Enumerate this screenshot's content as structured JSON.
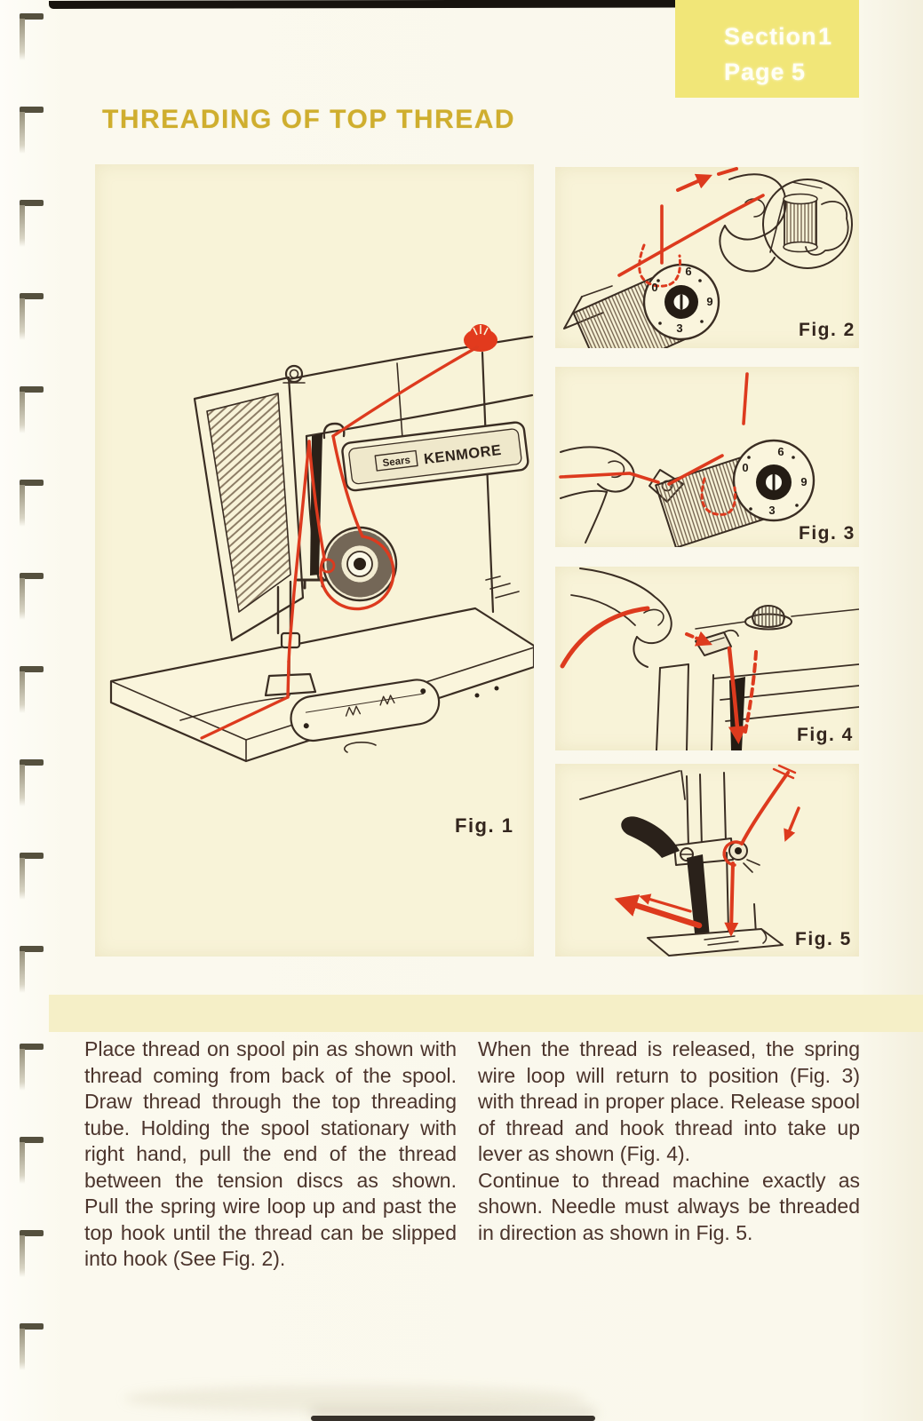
{
  "page": {
    "title": "THREADING OF TOP THREAD",
    "section_tab": {
      "section_label": "Section",
      "section_number": "1",
      "page_label": "Page",
      "page_number": "5"
    }
  },
  "figures": {
    "fig1": {
      "label": "Fig. 1",
      "brand_prefix": "Sears",
      "brand": "KENMORE"
    },
    "fig2": {
      "label": "Fig. 2",
      "dial_numbers": [
        "0",
        "3",
        "6",
        "9"
      ]
    },
    "fig3": {
      "label": "Fig. 3",
      "dial_numbers": [
        "0",
        "3",
        "6",
        "9"
      ]
    },
    "fig4": {
      "label": "Fig. 4"
    },
    "fig5": {
      "label": "Fig. 5"
    }
  },
  "body_text": {
    "left_paragraph": "Place thread on spool pin as shown with thread coming from back of the spool. Draw thread through the top threading tube.  Holding the spool stationary with right hand, pull the end of the thread between the tension discs as shown. Pull the spring wire loop up and past the top hook until the thread can be slipped into hook (See Fig. 2).",
    "right_paragraph_1": "When the thread is released, the spring wire loop will return to position (Fig. 3) with thread in proper place.  Release spool of thread and hook thread into take up lever as shown (Fig. 4).",
    "right_paragraph_2": "Continue to thread machine exactly as shown.  Needle must always be threaded in direction as shown in Fig. 5."
  },
  "colors": {
    "thread_red": "#dd3a1e",
    "title_gold": "#cfae2e",
    "tab_yellow": "#f1e678",
    "band_yellow": "#f5efc7",
    "panel_cream": "#f8f3d8",
    "text_brown": "#4b342c",
    "line_ink": "#3a2d23"
  }
}
